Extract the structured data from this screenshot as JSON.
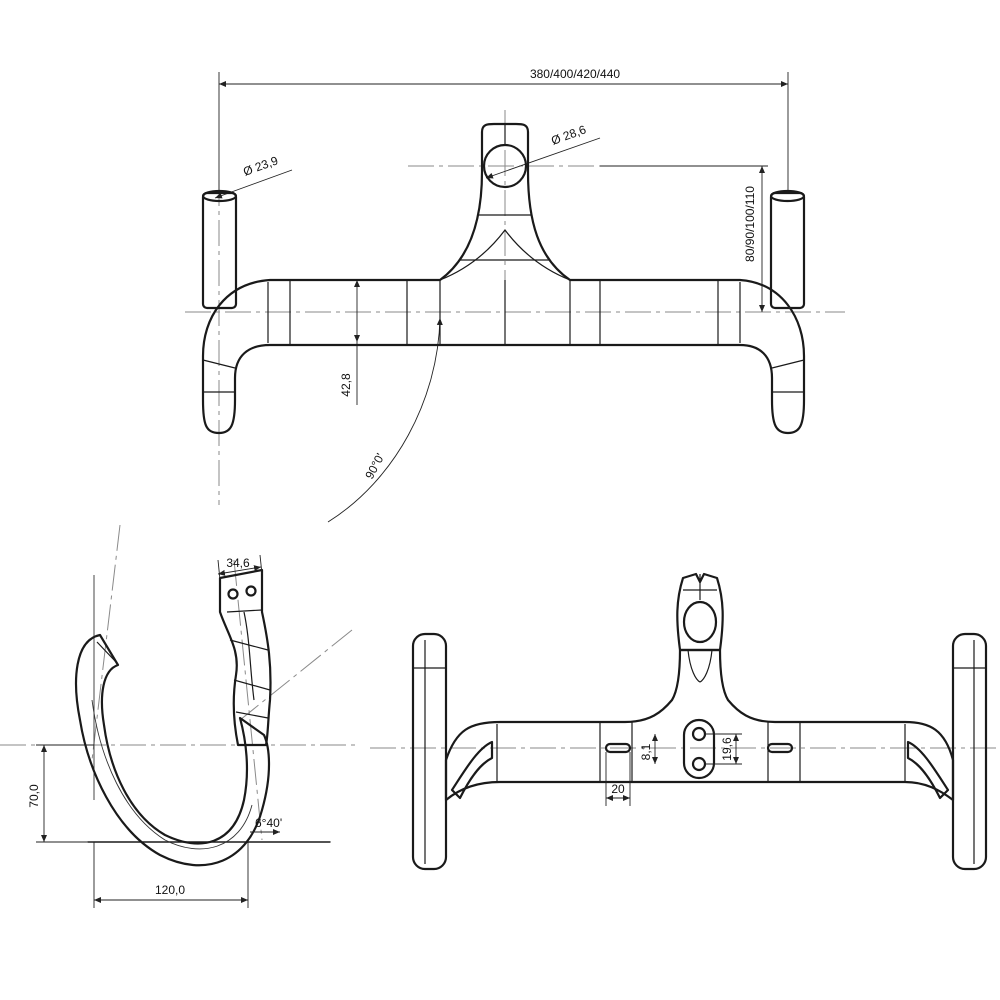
{
  "dimensions": {
    "width_options": "380/400/420/440",
    "bar_end_diameter": "Ø 23,9",
    "clamp_diameter": "Ø 28,6",
    "stem_length_options": "80/90/100/110",
    "drop_height_top": "42,8",
    "bend_angle": "90°0'",
    "clamp_height": "34,6",
    "drop": "70,0",
    "reach": "120,0",
    "flare_angle": "6°40'",
    "slot_width": "8,1",
    "hole_spacing": "19,6",
    "slot_length": "20"
  }
}
